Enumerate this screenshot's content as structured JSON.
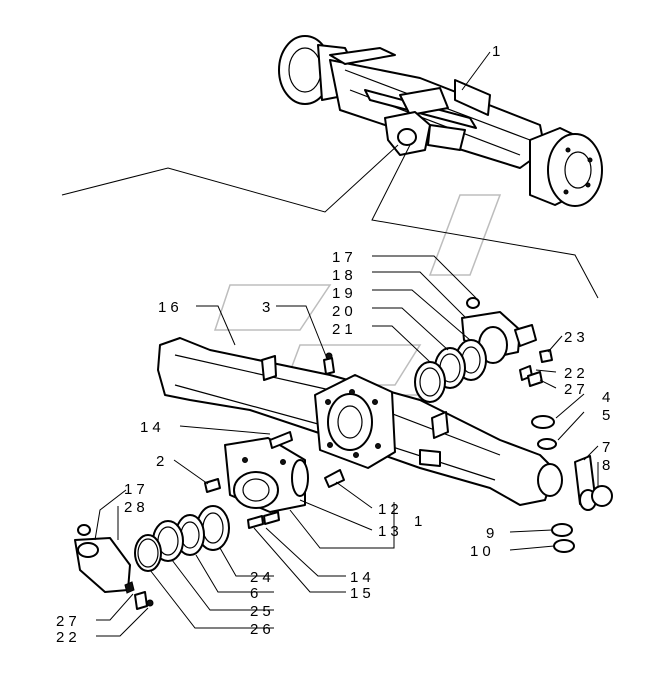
{
  "labels": {
    "l1": "1",
    "l17a": "17",
    "l18": "18",
    "l19": "19",
    "l20": "20",
    "l21": "21",
    "l16": "16",
    "l3": "3",
    "l23": "23",
    "l22a": "22",
    "l27a": "27",
    "l4": "4",
    "l5": "5",
    "l14a": "14",
    "l7": "7",
    "l8": "8",
    "l2": "2",
    "l12": "12",
    "l13": "13",
    "l1b": "1",
    "l17b": "17",
    "l28": "28",
    "l9": "9",
    "l10": "10",
    "l24": "24",
    "l6": "6",
    "l14b": "14",
    "l15": "15",
    "l25": "25",
    "l26": "26",
    "l27b": "27",
    "l22b": "22"
  }
}
